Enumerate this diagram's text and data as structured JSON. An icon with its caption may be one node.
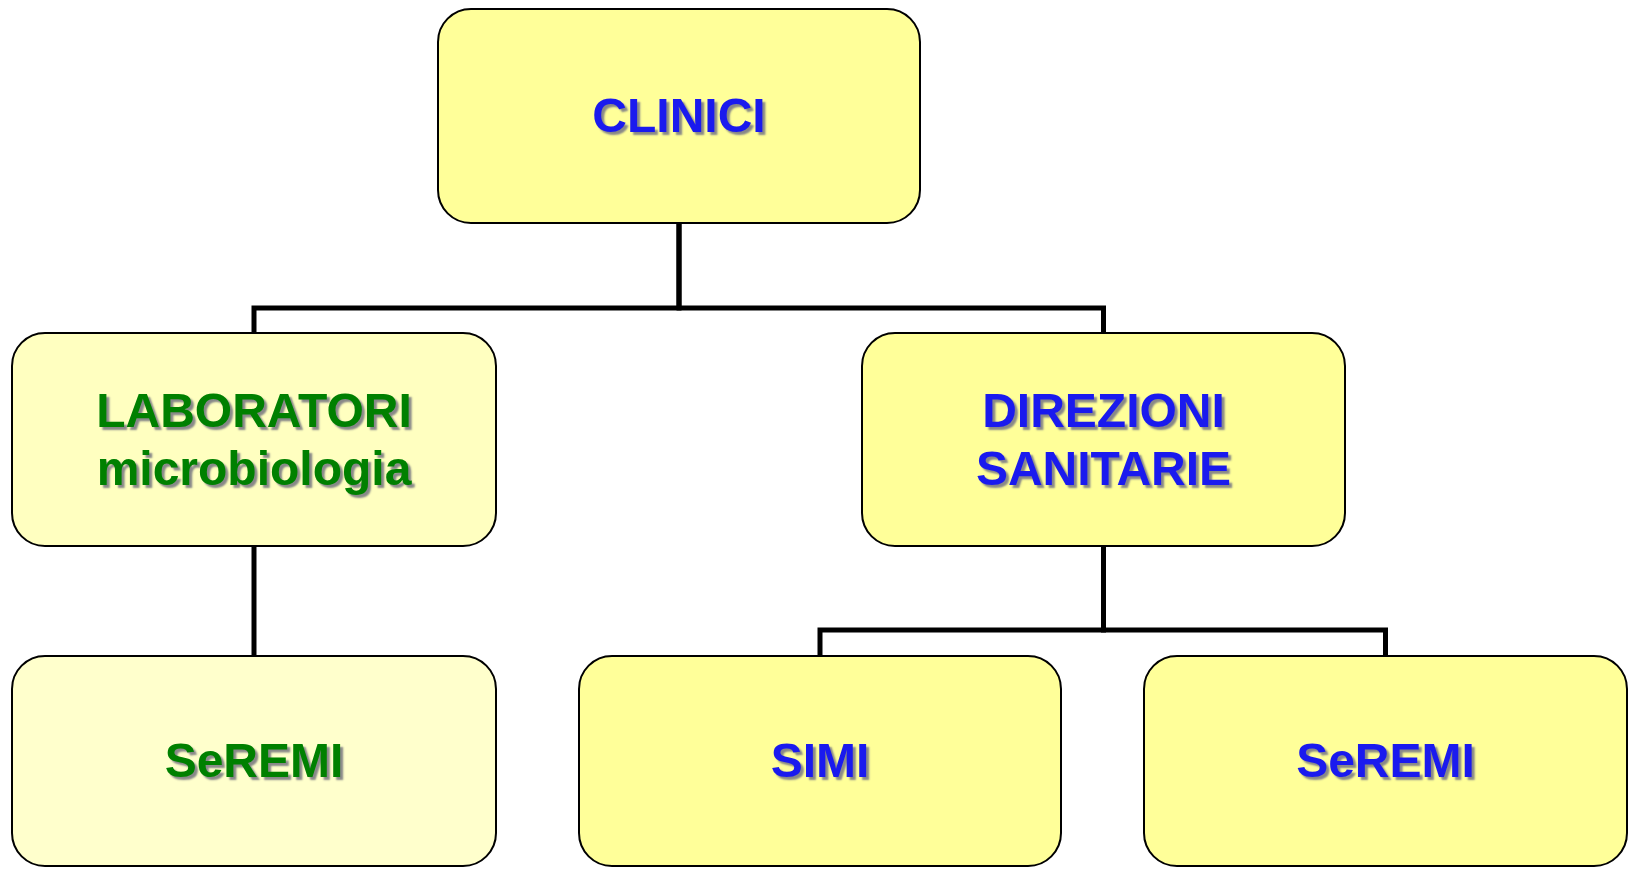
{
  "diagram": {
    "nodes": [
      {
        "text": [
          "CLINICI"
        ]
      },
      {
        "text": [
          "LABORATORI microbiologia"
        ]
      },
      {
        "text": [
          "DIREZIONI SANITARIE"
        ]
      },
      {
        "text": [
          "SeREMI"
        ]
      },
      {
        "text": [
          "SIMI"
        ]
      },
      {
        "text": [
          "SeREMI"
        ]
      }
    ],
    "edges": [
      {
        "from": 0,
        "to": 1,
        "arrow": "none"
      },
      {
        "from": 0,
        "to": 2,
        "arrow": "none"
      },
      {
        "from": 1,
        "to": 3,
        "arrow": "none"
      },
      {
        "from": 2,
        "to": 4,
        "arrow": "none"
      },
      {
        "from": 2,
        "to": 5,
        "arrow": "none"
      }
    ]
  }
}
